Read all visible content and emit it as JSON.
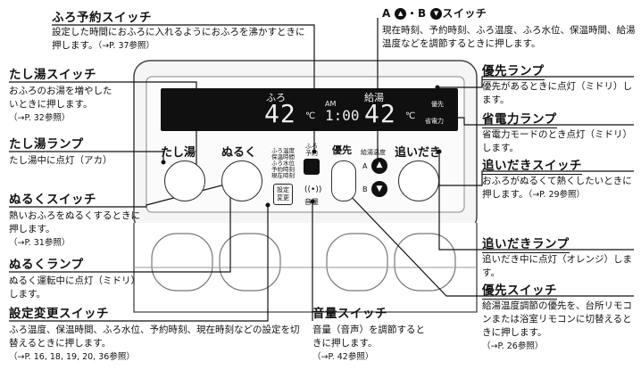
{
  "callouts": {
    "furo_yoyaku": {
      "title": "ふろ予約スイッチ",
      "desc": "設定した時間におふろに入れるようにおふろを沸かすときに押します。",
      "ref": "（→P. 37参照）"
    },
    "updown": {
      "title_a": "A",
      "title_mid": "・B",
      "title_end": "スイッチ",
      "desc": "現在時刻、予約時刻、ふろ温度、ふろ水位、保温時間、給湯温度などを調節するときに押します。"
    },
    "tashiyu": {
      "title": "たし湯スイッチ",
      "desc": "おふろのお湯を増やしたいときに押します。",
      "ref": "（→P. 32参照）"
    },
    "tashiyu_lamp": {
      "title": "たし湯ランプ",
      "desc": "たし湯中に点灯（アカ）"
    },
    "nuruku": {
      "title": "ぬるくスイッチ",
      "desc": "熱いおふろをぬるくするときに押します。",
      "ref": "（→P. 31参照）"
    },
    "nuruku_lamp": {
      "title": "ぬるくランプ",
      "desc": "ぬるく運転中に点灯（ミドリ）します。"
    },
    "settei": {
      "title": "設定変更スイッチ",
      "desc": "ふろ温度、保温時間、ふろ水位、予約時刻、現在時刻などの設定を切替えるときに押します。",
      "ref": "（→P. 16, 18, 19, 20, 36参照）"
    },
    "onryo": {
      "title": "音量スイッチ",
      "desc": "音量（音声）を調節するときに押します。",
      "ref": "（→P. 42参照）"
    },
    "yusen_lamp": {
      "title": "優先ランプ",
      "desc": "優先があるときに点灯（ミドリ）します。"
    },
    "shoudenryoku_lamp": {
      "title": "省電力ランプ",
      "desc": "省電力モードのとき点灯（ミドリ）します。"
    },
    "oidaki": {
      "title": "追いだきスイッチ",
      "desc": "おふろがぬるくて熱くしたいときに押します。",
      "ref": "（→P. 29参照）"
    },
    "oidaki_lamp": {
      "title": "追いだきランプ",
      "desc": "追いだき中に点灯（オレンジ）します。"
    },
    "yusen": {
      "title": "優先スイッチ",
      "desc": "給湯温度調節の優先を、台所リモコンまたは浴室リモコンに切替えるときに押します。",
      "ref": "（→P. 26参照）"
    }
  },
  "remote": {
    "lcd": {
      "furo_label": "ふろ",
      "kyuto_label": "給湯",
      "furo_temp": "42",
      "kyuto_temp": "42",
      "unit": "℃",
      "am": "AM",
      "time": "1:00",
      "yusen_ind": "優先",
      "shoudenryoku_ind": "省電力"
    },
    "labels": {
      "tashiyu": "たし湯",
      "nuruku": "ぬるく",
      "furo_yoyaku_a": "ふろ",
      "furo_yoyaku_b": "予約",
      "yusen": "優先",
      "kyuto_ondo": "給湯温度",
      "oidaki": "追いだき",
      "settei_a": "設定",
      "settei_b": "変更",
      "onryo": "音量",
      "a": "A",
      "b": "B"
    },
    "setting_list": [
      "ふろ温度",
      "保温時間",
      "ふろ水位",
      "予約時刻",
      "現在時刻"
    ]
  }
}
